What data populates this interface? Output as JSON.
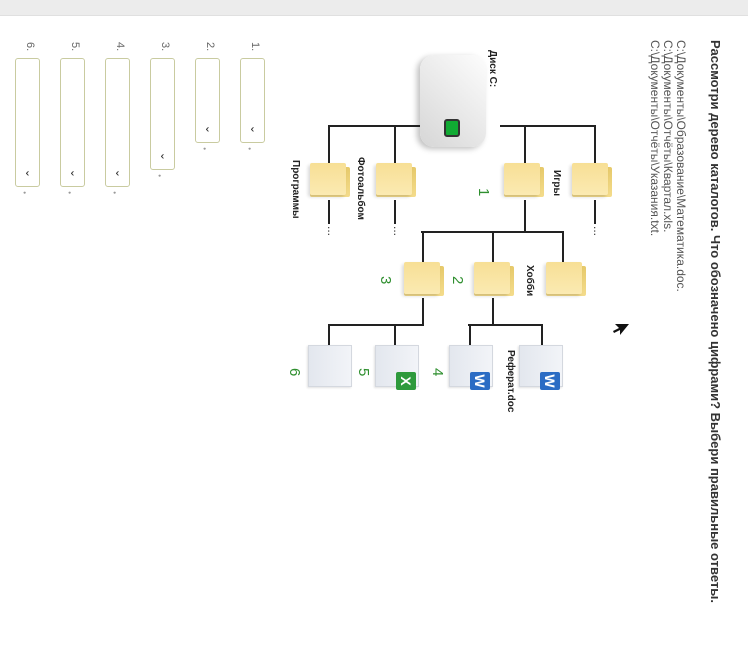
{
  "question": {
    "title": "Рассмотри дерево каталогов. Что обозначено цифрами? Выбери правильные ответы.",
    "paths": [
      "C:\\Документы\\Образование\\Математика.doc.",
      "C:\\Документы\\Отчёты\\Квартал.xls.",
      "C:\\Документы\\Отчёты\\Указания.txt."
    ]
  },
  "diagram": {
    "disk_label": "Диск С:",
    "labels": {
      "games": "Игры",
      "photo": "Фотоальбом",
      "programs": "Программы",
      "hobby": "Хобби",
      "essay": "Реферат.doc"
    },
    "markers": [
      "1",
      "2",
      "3",
      "4",
      "5",
      "6"
    ],
    "ellipsis": "...",
    "badges": {
      "word": "W",
      "excel": "X"
    }
  },
  "answers": [
    {
      "label": "1.",
      "value": ""
    },
    {
      "label": "2.",
      "value": ""
    },
    {
      "label": "3.",
      "value": ""
    },
    {
      "label": "4.",
      "value": ""
    },
    {
      "label": "5.",
      "value": ""
    },
    {
      "label": "6.",
      "value": ""
    }
  ],
  "dropdown_chevron": "⌄",
  "colors": {
    "marker": "#2f8f2f",
    "dropdown_border": "#c9cba0"
  }
}
